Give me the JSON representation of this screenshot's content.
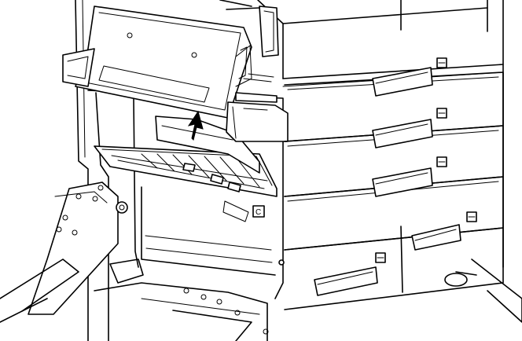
{
  "illustration": {
    "subject": "printer-paper-jam-removal",
    "cover_label": "C",
    "tray_count": 5,
    "arrow_icon": "arrow-up-icon",
    "paper_tray_icon": "paper-tray-icon"
  }
}
